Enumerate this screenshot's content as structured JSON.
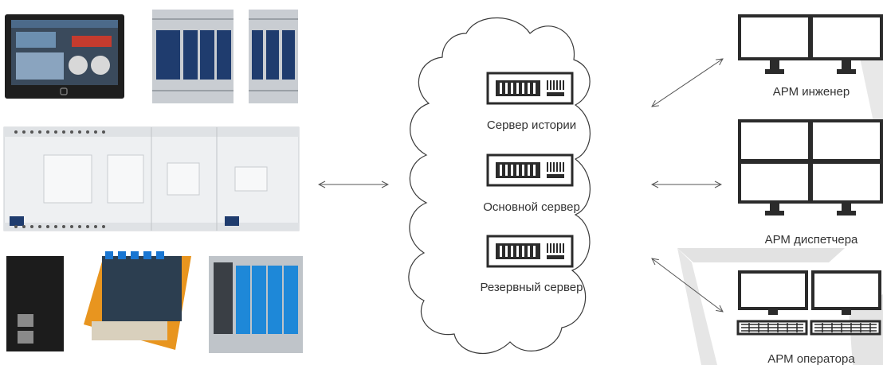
{
  "servers": {
    "history": "Сервер истории",
    "main": "Основной сервер",
    "backup": "Резервный сервер"
  },
  "workstations": {
    "engineer": "АРМ инженер",
    "dispatcher": "АРМ диспетчера",
    "operator": "АРМ оператора"
  },
  "colors": {
    "line": "#555555",
    "device_dark": "#2b2b2b",
    "device_blue": "#1f3c6e",
    "module_gray": "#c9cdd2",
    "plc_body": "#eef0f2",
    "orange": "#e8951f",
    "accent_blue": "#1976d2"
  }
}
